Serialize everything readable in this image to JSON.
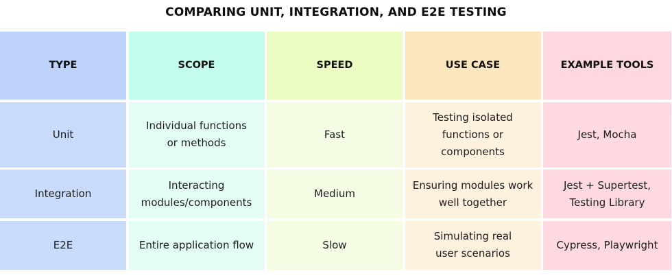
{
  "title": "COMPARING UNIT, INTEGRATION, AND E2E TESTING",
  "colors": {
    "header": [
      "#bdd3fb",
      "#c2fcec",
      "#ecfdc4",
      "#fbe6bd",
      "#fdd9df"
    ],
    "body": [
      "#c9dbfb",
      "#e3fdf6",
      "#f4fde4",
      "#fef1de",
      "#fed9df"
    ]
  },
  "table": {
    "headers": [
      "TYPE",
      "SCOPE",
      "SPEED",
      "USE CASE",
      "EXAMPLE TOOLS"
    ],
    "rows": [
      [
        "Unit",
        "Individual functions or methods",
        "Fast",
        "Testing isolated functions or components",
        "Jest, Mocha"
      ],
      [
        "Integration",
        "Interacting modules/components",
        "Medium",
        "Ensuring modules work well together",
        "Jest + Supertest, Testing Library"
      ],
      [
        "E2E",
        "Entire application flow",
        "Slow",
        "Simulating real user scenarios",
        "Cypress, Playwright"
      ]
    ]
  }
}
